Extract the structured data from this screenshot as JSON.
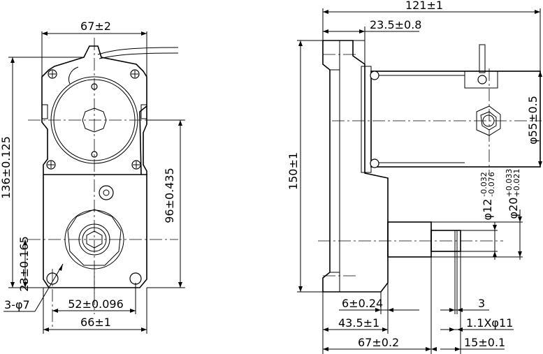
{
  "dims": {
    "front_top_width": "67±2",
    "front_height_136": "136±0.125",
    "front_gearbox_height": "96±0.435",
    "front_hole_offset": "23±0.165",
    "front_mount_holes": "3-φ7",
    "front_hole_span": "52±0.096",
    "front_bottom_width": "66±1",
    "side_overall_length": "121±1",
    "side_flange_offset": "23.5±0.8",
    "side_height": "150±1",
    "side_motor_dia": "φ55±0.5",
    "side_shaft_dia_12": "φ12",
    "side_shaft_dia_12_tol": "-0.032\n-0.076",
    "side_shaft_dia_20": "φ20",
    "side_shaft_dia_20_tol": "+0.033\n+0.021",
    "side_plate_6": "6±0.24",
    "side_43_5": "43.5±1",
    "side_67": "67±0.2",
    "side_3": "3",
    "side_groove": "1.1Xφ11",
    "side_15": "15±0.1"
  }
}
